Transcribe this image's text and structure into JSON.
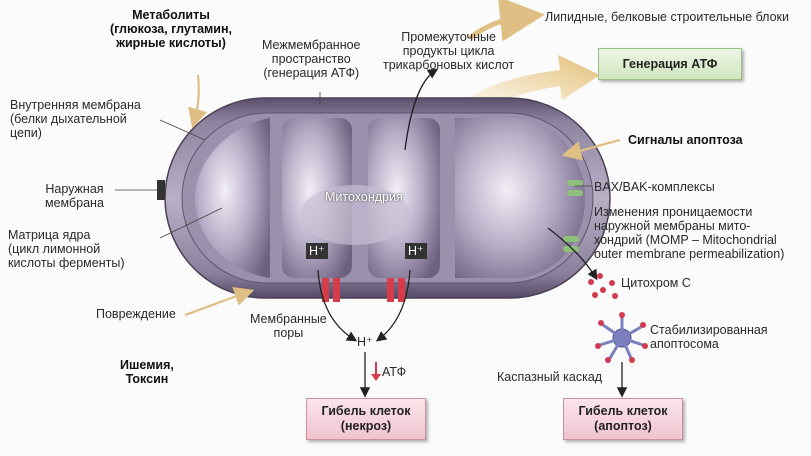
{
  "labels": {
    "metabolites": "Метаболиты\n(глюкоза, глутамин,\nжирные кислоты)",
    "intermembrane": "Межмембранное\nпространство\n(генерация АТФ)",
    "intermediates": "Промежуточные\nпродукты цикла\nтрикарбоновых кислот",
    "lipid_blocks": "Липидные, белковые строительные блоки",
    "inner_membrane": "Внутренняя мембрана\n(белки дыхательной\nцепи)",
    "outer_membrane": "Наружная\nмембрана",
    "matrix": "Матрица ядра\n(цикл лимонной\nкислоты ферменты)",
    "damage": "Повреждение",
    "ischemia": "Ишемия,\nТоксин",
    "mitochondria": "Митохондрия",
    "h_plus_left": "H⁺",
    "h_plus_right": "H⁺",
    "h_plus_bottom": "H⁺",
    "membrane_pores": "Мембранные\nпоры",
    "atp_down": "АТФ",
    "apoptosis_signals": "Сигналы апоптоза",
    "bax_bak": "BAX/BAK-комплексы",
    "momp": "Изменения проницаемости\nнаружной мембраны мито-\nхондрий (MOMP – Mitochondrial\nouter membrane permeabilization)",
    "cytochrome": "Цитохром С",
    "apoptosome": "Стабилизированная\nапоптосома",
    "caspase": "Каспазный каскад"
  },
  "boxes": {
    "atp_generation": "Генерация АТФ",
    "necrosis": "Гибель клеток\n(некроз)",
    "apoptosis": "Гибель клеток\n(апоптоз)"
  },
  "colors": {
    "mito_body": "#7f7491",
    "arrow_tan": "#e7c98c",
    "pore_red": "#d63c4a",
    "bax_green": "#8fc07a",
    "cytochrome": "#d23a4f",
    "green_box": "#cfe5bd",
    "pink_box": "#f0c3cf"
  }
}
